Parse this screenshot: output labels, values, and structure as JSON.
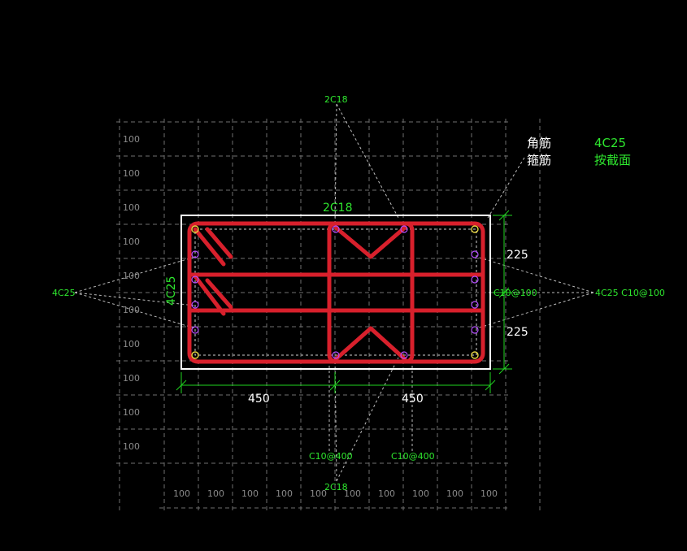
{
  "grid": {
    "row_label": "100",
    "col_label": "100"
  },
  "labels": {
    "top_bars_leader": "2C18",
    "top_bars_dim": "2C18",
    "bottom_bars_leader": "2C18",
    "left_bars_leader": "4C25",
    "left_bars_dim": "4C25",
    "right_bars_leader": "4C25 C10@100",
    "right_stirrup": "C10@100",
    "bottom_stirrup_left": "C10@400",
    "bottom_stirrup_right": "C10@400"
  },
  "legend": {
    "corner_label": "角筋",
    "corner_value": "4C25",
    "stirrup_label": "箍筋",
    "stirrup_value": "按截面"
  },
  "dimensions": {
    "width_left": "450",
    "width_right": "450",
    "height_top": "225",
    "height_bottom": "225"
  },
  "colors": {
    "rebar": "#d8202c",
    "annotation": "#2ee62e",
    "outline": "#ffffff",
    "background": "#000000"
  }
}
